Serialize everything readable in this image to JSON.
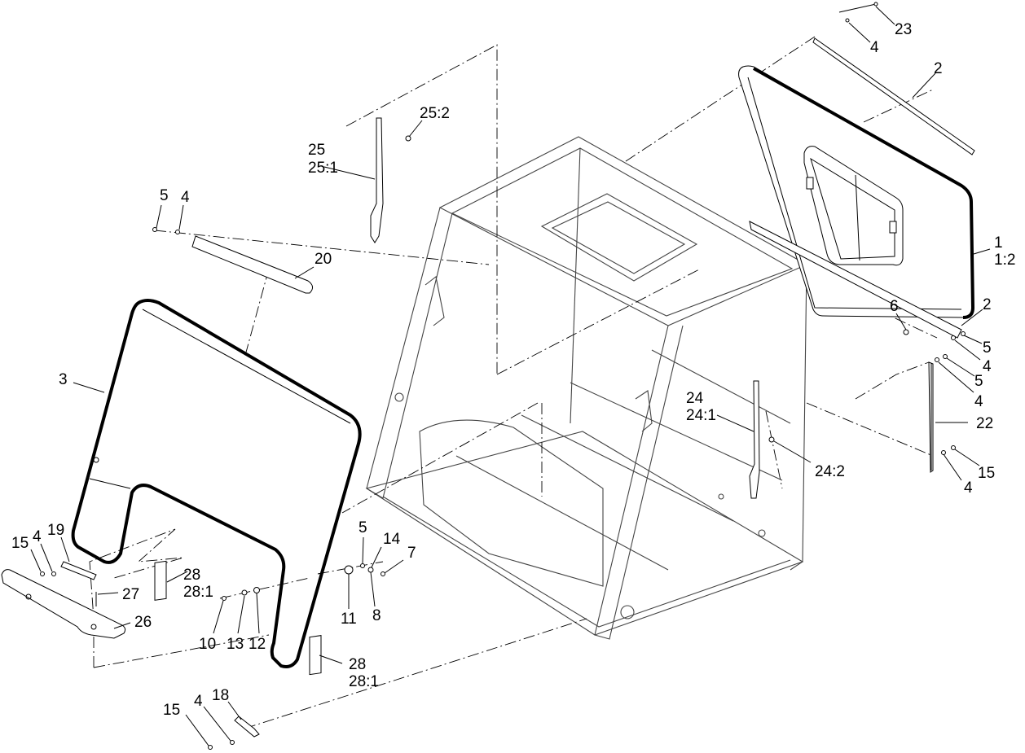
{
  "diagram": {
    "labels": {
      "l23": "23",
      "l4a": "4",
      "l2a": "2",
      "l25_2": "25:2",
      "l25": "25",
      "l25_1": "25:1",
      "l5a": "5",
      "l4b": "4",
      "l20": "20",
      "l1": "1",
      "l1_2": "1:2",
      "l2b": "2",
      "l6": "6",
      "l5b": "5",
      "l4c": "4",
      "l5c": "5",
      "l4d": "4",
      "l22": "22",
      "l15a": "15",
      "l4e": "4",
      "l3": "3",
      "l24": "24",
      "l24_1": "24:1",
      "l24_2": "24:2",
      "l15b": "15",
      "l4f": "4",
      "l19": "19",
      "l28a": "28",
      "l28_1a": "28:1",
      "l27": "27",
      "l26": "26",
      "l5d": "5",
      "l14": "14",
      "l7": "7",
      "l11": "11",
      "l8": "8",
      "l10": "10",
      "l13": "13",
      "l12": "12",
      "l28b": "28",
      "l28_1b": "28:1",
      "l15c": "15",
      "l4g": "4",
      "l18": "18"
    }
  }
}
